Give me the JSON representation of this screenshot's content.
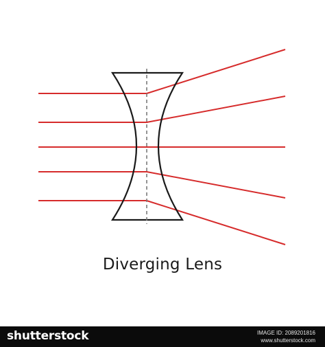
{
  "diagram": {
    "title": "Diverging Lens",
    "ray_color": "#d62b2b",
    "lens_color": "#1a1a1a",
    "axis_color": "#7a7a7a"
  },
  "footer": {
    "brand": "shutterstock",
    "image_id": "IMAGE ID: 2089201816",
    "site": "www.shutterstock.com"
  }
}
